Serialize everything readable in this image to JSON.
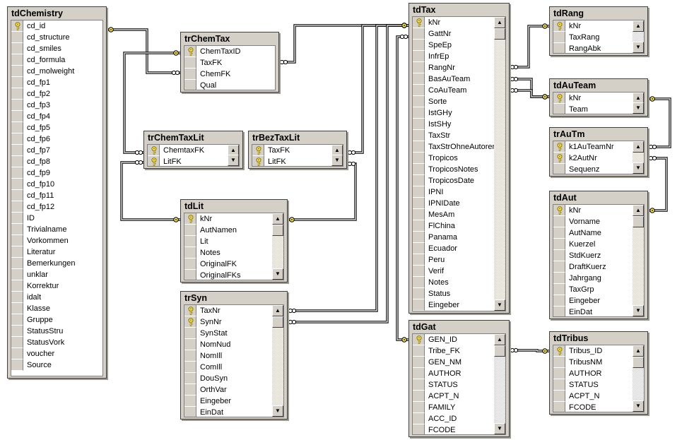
{
  "colors": {
    "table_bg": "#d4d0c8",
    "link": "#000000"
  },
  "tables": [
    {
      "id": "tdChemistry",
      "title": "tdChemistry",
      "keys": [
        0
      ],
      "scroll": false,
      "fields": [
        "cd_id",
        "cd_structure",
        "cd_smiles",
        "cd_formula",
        "cd_molweight",
        "cd_fp1",
        "cd_fp2",
        "cd_fp3",
        "cd_fp4",
        "cd_fp5",
        "cd_fp6",
        "cd_fp7",
        "cd_fp8",
        "cd_fp9",
        "cd_fp10",
        "cd_fp11",
        "cd_fp12",
        "ID",
        "Trivialname",
        "Vorkommen",
        "Literatur",
        "Bemerkungen",
        "unklar",
        "Korrektur",
        "idalt",
        "Klasse",
        "Gruppe",
        "StatusStru",
        "StatusVork",
        "voucher",
        "Source"
      ]
    },
    {
      "id": "trChemTax",
      "title": "trChemTax",
      "keys": [
        0
      ],
      "scroll": false,
      "fields": [
        "ChemTaxID",
        "TaxFK",
        "ChemFK",
        "Qual"
      ]
    },
    {
      "id": "trChemTaxLit",
      "title": "trChemTaxLit",
      "keys": [
        0,
        1
      ],
      "scroll": true,
      "fields": [
        "ChemtaxFK",
        "LitFK"
      ]
    },
    {
      "id": "trBezTaxLit",
      "title": "trBezTaxLit",
      "keys": [
        0,
        1
      ],
      "scroll": true,
      "fields": [
        "TaxFK",
        "LitFK"
      ]
    },
    {
      "id": "tdLit",
      "title": "tdLit",
      "keys": [
        0
      ],
      "scroll": true,
      "fields": [
        "kNr",
        "AutNamen",
        "Lit",
        "Notes",
        "OriginalFK",
        "OriginalFKs"
      ]
    },
    {
      "id": "trSyn",
      "title": "trSyn",
      "keys": [
        0,
        1
      ],
      "scroll": true,
      "fields": [
        "TaxNr",
        "SynNr",
        "SynStat",
        "NomNud",
        "NomIll",
        "ComIll",
        "DouSyn",
        "OrthVar",
        "Eingeber",
        "EinDat"
      ]
    },
    {
      "id": "tdTax",
      "title": "tdTax",
      "keys": [
        0
      ],
      "scroll": true,
      "fields": [
        "kNr",
        "GattNr",
        "SpeEp",
        "InfrEp",
        "RangNr",
        "BasAuTeam",
        "CoAuTeam",
        "Sorte",
        "IstGHy",
        "IstSHy",
        "TaxStr",
        "TaxStrOhneAutoren",
        "Tropicos",
        "TropicosNotes",
        "TropicosDate",
        "IPNI",
        "IPNIDate",
        "MesAm",
        "FlChina",
        "Panama",
        "Ecuador",
        "Peru",
        "Verif",
        "Notes",
        "Status",
        "Eingeber"
      ]
    },
    {
      "id": "tdGat",
      "title": "tdGat",
      "keys": [
        0
      ],
      "scroll": true,
      "fields": [
        "GEN_ID",
        "Tribe_FK",
        "GEN_NM",
        "AUTHOR",
        "STATUS",
        "ACPT_N",
        "FAMILY",
        "ACC_ID",
        "FCODE"
      ]
    },
    {
      "id": "tdRang",
      "title": "tdRang",
      "keys": [
        0
      ],
      "scroll": true,
      "fields": [
        "kNr",
        "TaxRang",
        "RangAbk"
      ]
    },
    {
      "id": "tdAuTeam",
      "title": "tdAuTeam",
      "keys": [
        0
      ],
      "scroll": true,
      "fields": [
        "kNr",
        "Team"
      ]
    },
    {
      "id": "trAuTm",
      "title": "trAuTm",
      "keys": [
        0,
        1
      ],
      "scroll": true,
      "fields": [
        "k1AuTeamNr",
        "k2AutNr",
        "Sequenz"
      ]
    },
    {
      "id": "tdAut",
      "title": "tdAut",
      "keys": [
        0
      ],
      "scroll": true,
      "fields": [
        "kNr",
        "Vorname",
        "AutName",
        "Kuerzel",
        "StdKuerz",
        "DraftKuerz",
        "Jahrgang",
        "TaxGrp",
        "Eingeber",
        "EinDat"
      ]
    },
    {
      "id": "tdTribus",
      "title": "tdTribus",
      "keys": [
        0
      ],
      "scroll": true,
      "fields": [
        "Tribus_ID",
        "TribusNM",
        "AUTHOR",
        "STATUS",
        "ACPT_N",
        "FCODE"
      ]
    }
  ],
  "relationships": [
    {
      "from": "tdChemistry.cd_id",
      "to": "trChemTax.ChemFK"
    },
    {
      "from": "tdTax.kNr",
      "to": "trChemTax.TaxFK"
    },
    {
      "from": "trChemTax.ChemTaxID",
      "to": "trChemTaxLit.ChemtaxFK"
    },
    {
      "from": "tdLit.kNr",
      "to": "trChemTaxLit.LitFK"
    },
    {
      "from": "tdLit.kNr",
      "to": "trBezTaxLit.LitFK"
    },
    {
      "from": "tdTax.kNr",
      "to": "trBezTaxLit.TaxFK"
    },
    {
      "from": "tdTax.kNr",
      "to": "trSyn.TaxNr"
    },
    {
      "from": "tdTax.kNr",
      "to": "trSyn.SynNr"
    },
    {
      "from": "tdGat.GEN_ID",
      "to": "tdTax.GattNr"
    },
    {
      "from": "tdRang.kNr",
      "to": "tdTax.RangNr"
    },
    {
      "from": "tdAuTeam.kNr",
      "to": "tdTax.BasAuTeam"
    },
    {
      "from": "tdAuTeam.kNr",
      "to": "tdTax.CoAuTeam"
    },
    {
      "from": "tdAuTeam.kNr",
      "to": "trAuTm.k1AuTeamNr"
    },
    {
      "from": "tdAut.kNr",
      "to": "trAuTm.k2AutNr"
    },
    {
      "from": "tdTribus.Tribus_ID",
      "to": "tdGat.Tribe_FK"
    }
  ]
}
